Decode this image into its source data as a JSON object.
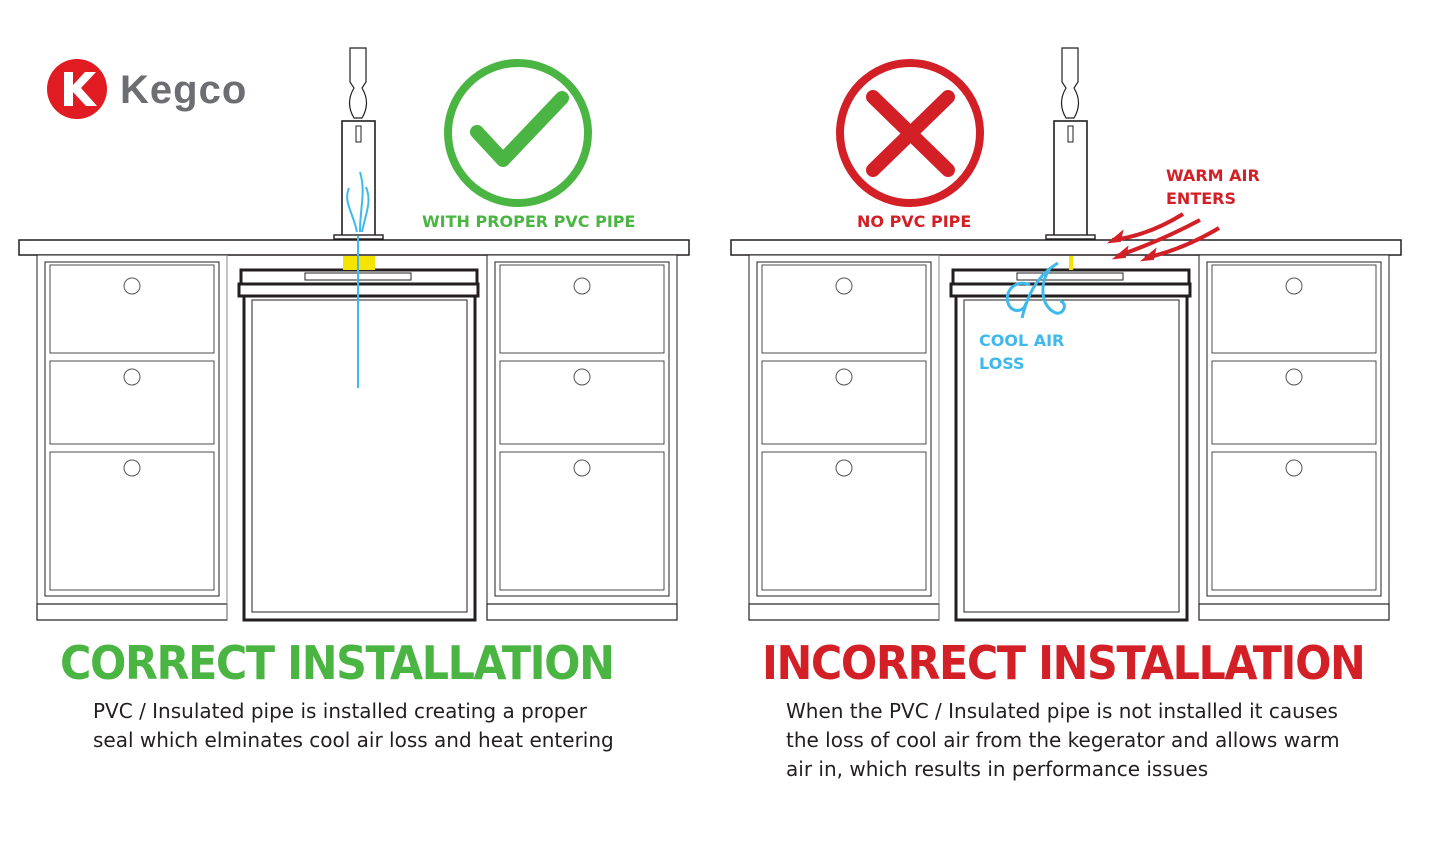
{
  "brand": {
    "name": "Kegco",
    "logo_letter": "K"
  },
  "correct": {
    "badge_label": "WITH PROPER PVC PIPE",
    "title": "CORRECT INSTALLATION",
    "description_lines": [
      "PVC / Insulated pipe is installed creating a proper",
      "seal which elminates cool air loss and heat entering"
    ]
  },
  "incorrect": {
    "badge_label": "NO PVC PIPE",
    "warm_air_lines": [
      "WARM AIR",
      "ENTERS"
    ],
    "cool_air_lines": [
      "COOL AIR",
      "LOSS"
    ],
    "title": "INCORRECT INSTALLATION",
    "description_lines": [
      "When the PVC / Insulated pipe is not installed it causes",
      "the loss of cool air from the kegerator and allows warm",
      "air in, which results in performance issues"
    ]
  },
  "colors": {
    "green": "#4bb543",
    "red": "#d32027",
    "blue": "#3fb8ec",
    "pipe": "#f5e400",
    "logo_red": "#e11b22",
    "logo_gray": "#6d6e71"
  }
}
